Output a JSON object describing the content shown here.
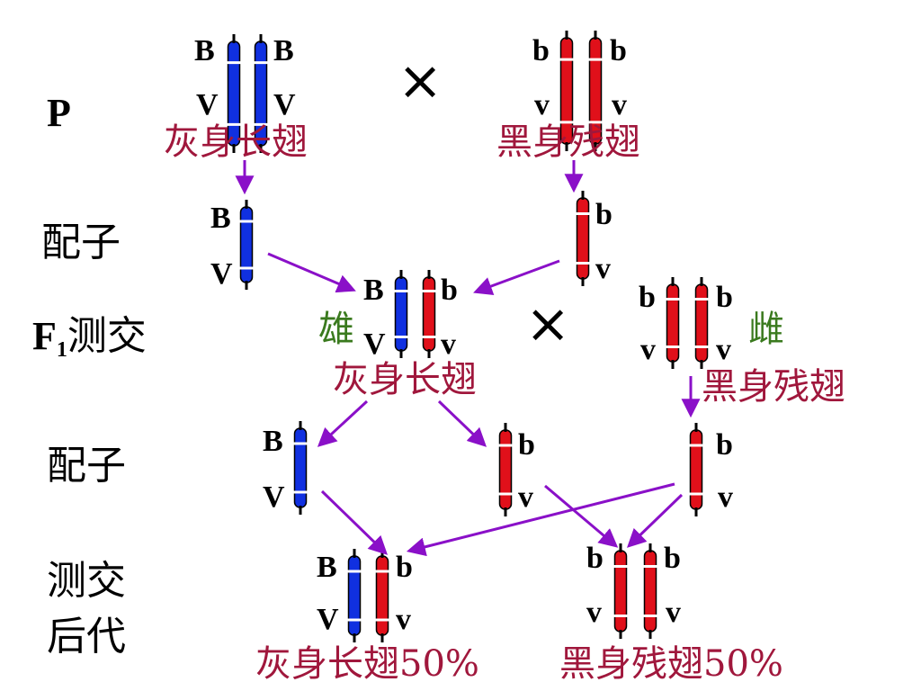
{
  "rows": {
    "p": "P",
    "gamete1": "配子",
    "f1_prefix": "F",
    "f1_sub": "1",
    "f1_suffix": "测交",
    "gamete2": "配子",
    "offspring_line1": "测交",
    "offspring_line2": "后代"
  },
  "phenotypes": {
    "p_left": "灰身长翅",
    "p_right": "黑身残翅",
    "f1_left": "灰身长翅",
    "f1_right": "黑身残翅",
    "offspring_left": "灰身长翅50%",
    "offspring_right": "黑身残翅50%"
  },
  "sex": {
    "male": "雄",
    "female": "雌"
  },
  "cross_symbol": "×",
  "alleles": {
    "B": "B",
    "V": "V",
    "b": "b",
    "v": "v"
  },
  "colors": {
    "dominant_chromosome": "#1030e0",
    "recessive_chromosome": "#e0101a",
    "arrow": "#8a10c8",
    "phenotype_text": "#a0173c",
    "sex_text": "#3a7a1e"
  }
}
